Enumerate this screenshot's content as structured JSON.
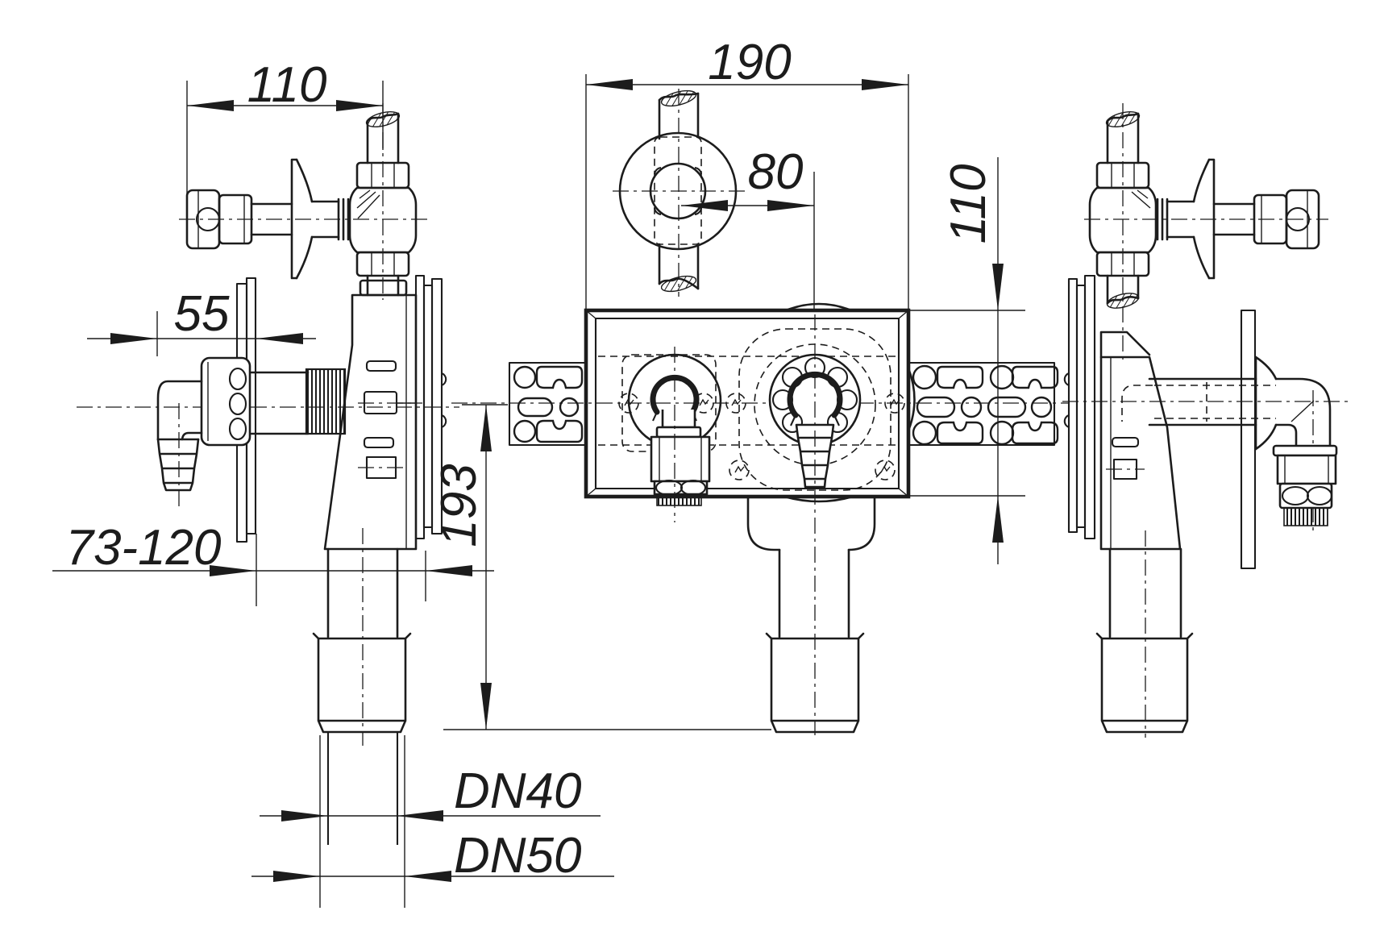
{
  "drawing": {
    "background_color": "#ffffff",
    "line_color": "#1c1c1c",
    "dimensions": {
      "tap_assembly_width": "110",
      "housing_width": "190",
      "tap_to_drain_offset": "80",
      "housing_height": "110",
      "outlet_elbow_projection": "55",
      "axis_to_pipe_end": "193",
      "adjustable_installation_depth": "73-120",
      "drain_pipe_inner": "DN40",
      "drain_pipe_outer": "DN50"
    }
  }
}
